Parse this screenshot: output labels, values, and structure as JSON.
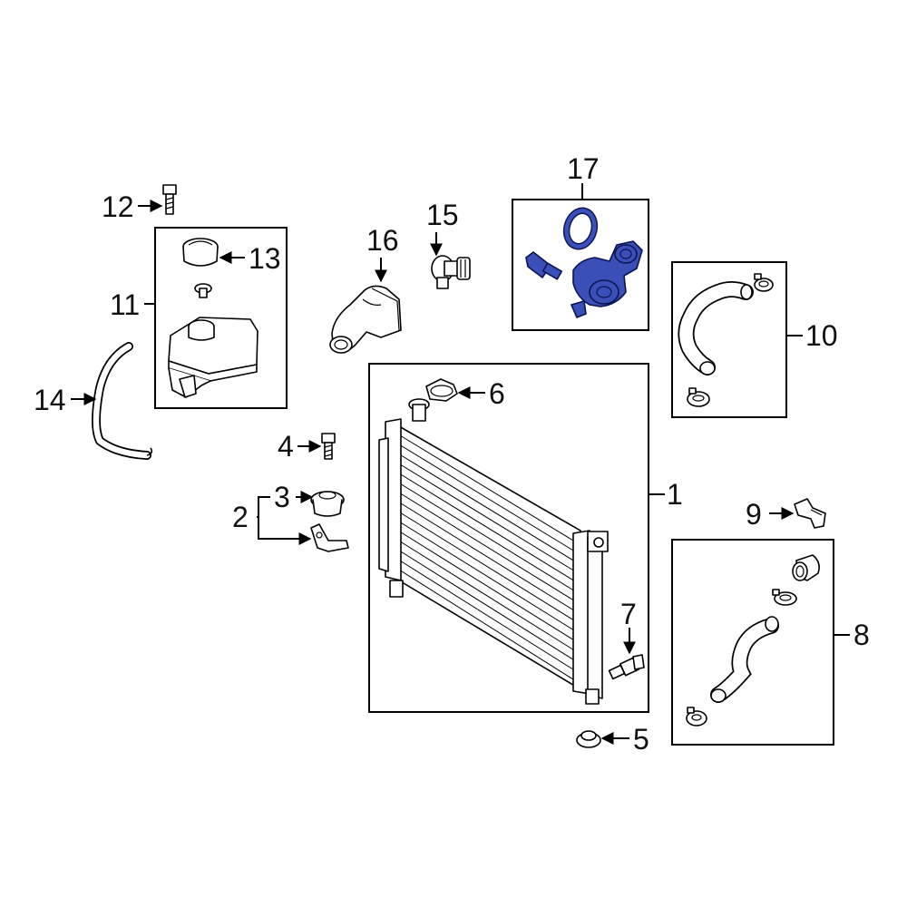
{
  "colors": {
    "highlight": "#3a4fb8",
    "highlight_outline": "#0b1550",
    "line": "#000000",
    "background": "#ffffff"
  },
  "callouts": {
    "c1": "1",
    "c2": "2",
    "c3": "3",
    "c4": "4",
    "c5": "5",
    "c6": "6",
    "c7": "7",
    "c8": "8",
    "c9": "9",
    "c10": "10",
    "c11": "11",
    "c12": "12",
    "c13": "13",
    "c14": "14",
    "c15": "15",
    "c16": "16",
    "c17": "17"
  }
}
